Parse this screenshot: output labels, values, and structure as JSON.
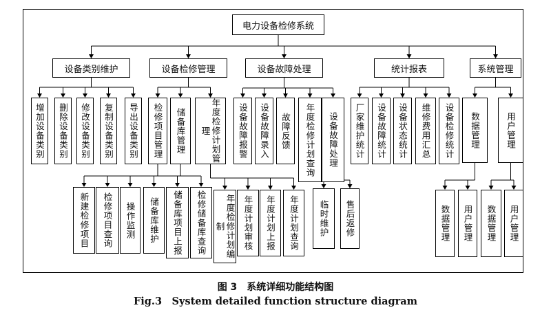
{
  "diagram": {
    "root": "电力设备检修系统",
    "categories": [
      {
        "id": "cat1",
        "label": "设备类别维护",
        "children": [
          {
            "id": "c1-1",
            "label": "增加设备类别"
          },
          {
            "id": "c1-2",
            "label": "删除设备类别"
          },
          {
            "id": "c1-3",
            "label": "修改设备类别"
          },
          {
            "id": "c1-4",
            "label": "复制设备类别"
          },
          {
            "id": "c1-5",
            "label": "导出设备类别"
          }
        ]
      },
      {
        "id": "cat2",
        "label": "设备检修管理",
        "children": [
          {
            "id": "c2-1",
            "label": "检修项目管理",
            "children": [
              {
                "id": "c2-1-1",
                "label": "新建检修项目"
              },
              {
                "id": "c2-1-2",
                "label": "检修项目查询"
              },
              {
                "id": "c2-1-3",
                "label": "操作监测"
              }
            ]
          },
          {
            "id": "c2-2",
            "label": "储备库管理",
            "children": [
              {
                "id": "c2-2-1",
                "label": "储备库维护"
              },
              {
                "id": "c2-2-2",
                "label": "储备库项目上报"
              },
              {
                "id": "c2-2-3",
                "label": "检修储备库查询"
              }
            ]
          },
          {
            "id": "c2-3",
            "label": "年度检修计划管理",
            "children": [
              {
                "id": "c2-3-1",
                "label": "年度检修计划编制"
              },
              {
                "id": "c2-3-2",
                "label": "年度计划审核"
              },
              {
                "id": "c2-3-3",
                "label": "年度计划上报"
              },
              {
                "id": "c2-3-4",
                "label": "年度计划查询"
              }
            ]
          }
        ]
      },
      {
        "id": "cat3",
        "label": "设备故障处理",
        "children": [
          {
            "id": "c3-1",
            "label": "设备故障报警"
          },
          {
            "id": "c3-2",
            "label": "设备故障录入"
          },
          {
            "id": "c3-3",
            "label": "故障反馈"
          },
          {
            "id": "c3-4",
            "label": "年度检修计划查询"
          },
          {
            "id": "c3-5",
            "label": "设备故障处理",
            "children": [
              {
                "id": "c3-5-1",
                "label": "临时维护"
              },
              {
                "id": "c3-5-2",
                "label": "售后返修"
              }
            ]
          }
        ]
      },
      {
        "id": "cat4",
        "label": "统计报表",
        "children": [
          {
            "id": "c4-1",
            "label": "厂家维护统计"
          },
          {
            "id": "c4-2",
            "label": "设备故障统计"
          },
          {
            "id": "c4-3",
            "label": "设备状态统计"
          },
          {
            "id": "c4-4",
            "label": "维修费用汇总"
          },
          {
            "id": "c4-5",
            "label": "设备检修统计"
          }
        ]
      },
      {
        "id": "cat5",
        "label": "系统管理",
        "children": [
          {
            "id": "c5-1",
            "label": "数据管理",
            "children": [
              {
                "id": "c5-1-1",
                "label": "数据管理"
              },
              {
                "id": "c5-1-2",
                "label": "用户管理"
              }
            ]
          },
          {
            "id": "c5-2",
            "label": "用户管理",
            "children": [
              {
                "id": "c5-2-1",
                "label": "数据管理"
              },
              {
                "id": "c5-2-2",
                "label": "用户管理"
              }
            ]
          }
        ]
      }
    ]
  },
  "caption": {
    "zh": "图 3　系统详细功能结构图",
    "en": "Fig.3　System detailed function structure diagram"
  }
}
